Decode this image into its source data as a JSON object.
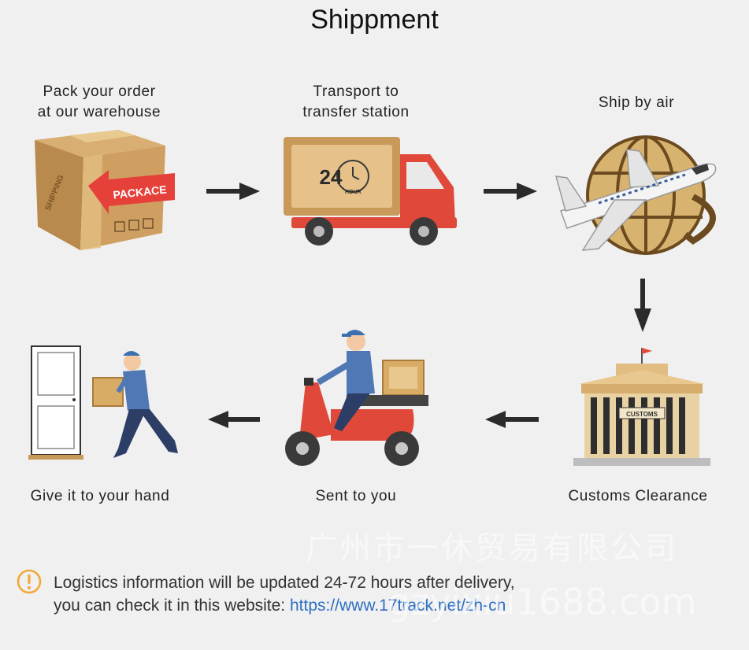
{
  "title": "Shippment",
  "steps": [
    {
      "lines": [
        "Pack your order",
        "at our warehouse"
      ],
      "icon": "package-box-icon",
      "box_text": "PACKACE",
      "side_text": "SHIPPING"
    },
    {
      "lines": [
        "Transport to",
        "transfer station"
      ],
      "icon": "delivery-truck-icon",
      "clock_num": "24",
      "clock_unit": "HOUR"
    },
    {
      "lines": [
        "Ship by air"
      ],
      "icon": "airplane-globe-icon"
    },
    {
      "lines": [
        "Customs Clearance"
      ],
      "icon": "customs-building-icon",
      "sign_text": "CUSTOMS"
    },
    {
      "lines": [
        "Sent to you"
      ],
      "icon": "scooter-courier-icon"
    },
    {
      "lines": [
        "Give it to your hand"
      ],
      "icon": "courier-door-icon"
    }
  ],
  "note": {
    "line1": "Logistics information will be updated 24-72 hours after delivery,",
    "line2_prefix": "you can check it in this website: ",
    "link": "https://www.17track.net/zh-cn",
    "icon": "warning-icon"
  },
  "watermark": {
    "line1": "广州市一休贸易有限公司",
    "line2": "gzyixiu1688.com"
  },
  "colors": {
    "arrow": "#2b2b2b",
    "truck_red": "#e0483a",
    "box_brown": "#c9995a",
    "link": "#2d6fc4",
    "warning": "#f1a93a"
  }
}
